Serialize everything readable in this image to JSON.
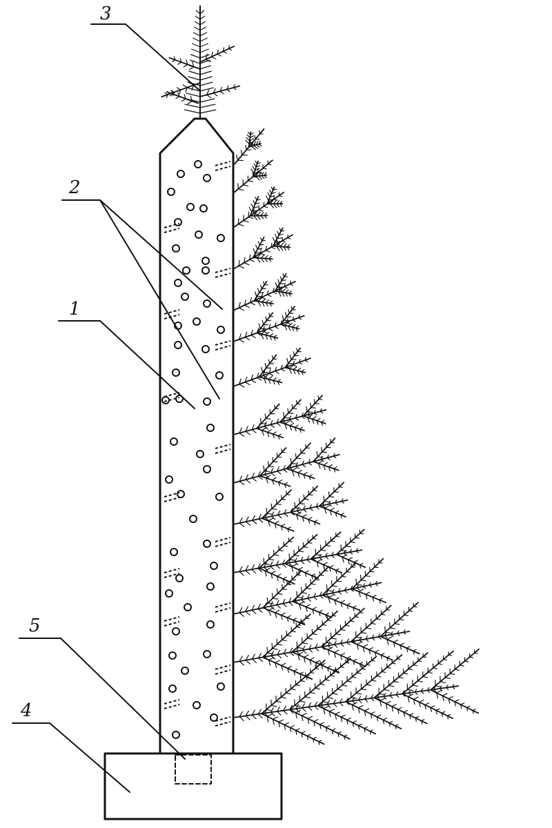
{
  "figure": {
    "callouts": [
      {
        "id": "callout-3",
        "label": "3"
      },
      {
        "id": "callout-2",
        "label": "2"
      },
      {
        "id": "callout-1",
        "label": "1"
      },
      {
        "id": "callout-5",
        "label": "5"
      },
      {
        "id": "callout-4",
        "label": "4"
      }
    ]
  },
  "colors": {
    "ink": "#111111",
    "paper": "#ffffff"
  }
}
